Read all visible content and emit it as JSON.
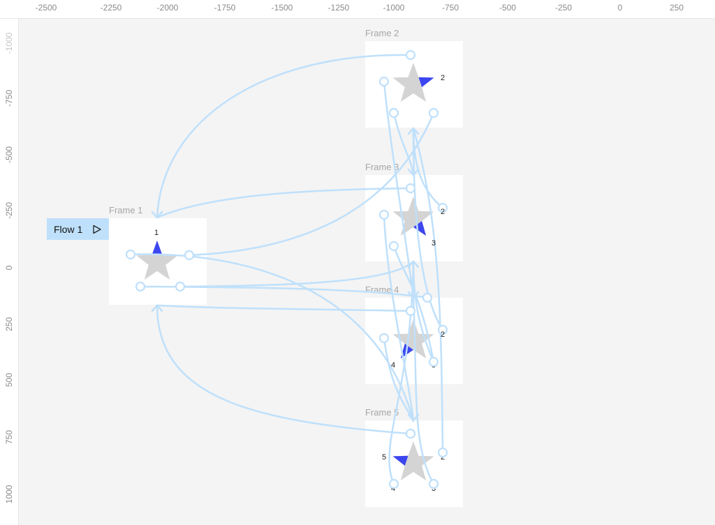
{
  "ruler": {
    "top_ticks": [
      "-2500",
      "-2250",
      "-2000",
      "-1750",
      "-1500",
      "-1250",
      "-1000",
      "-750",
      "-500",
      "-250",
      "0",
      "250"
    ],
    "left_ticks": [
      "-1000",
      "-750",
      "-500",
      "-250",
      "0",
      "250",
      "500",
      "750",
      "1000"
    ]
  },
  "flow": {
    "label": "Flow 1"
  },
  "frames": [
    {
      "label": "Frame 1",
      "numbers": [
        "1"
      ]
    },
    {
      "label": "Frame 2",
      "numbers": [
        "2"
      ]
    },
    {
      "label": "Frame 3",
      "numbers": [
        "2",
        "3"
      ]
    },
    {
      "label": "Frame 4",
      "numbers": [
        "2",
        "4",
        "3"
      ]
    },
    {
      "label": "Frame 5",
      "numbers": [
        "5",
        "2",
        "4",
        "3"
      ]
    }
  ],
  "colors": {
    "canvas": "#f4f4f4",
    "frame": "#ffffff",
    "star": "#d4d4d4",
    "highlight": "#3c46f0",
    "connector": "#bfe0fb"
  }
}
